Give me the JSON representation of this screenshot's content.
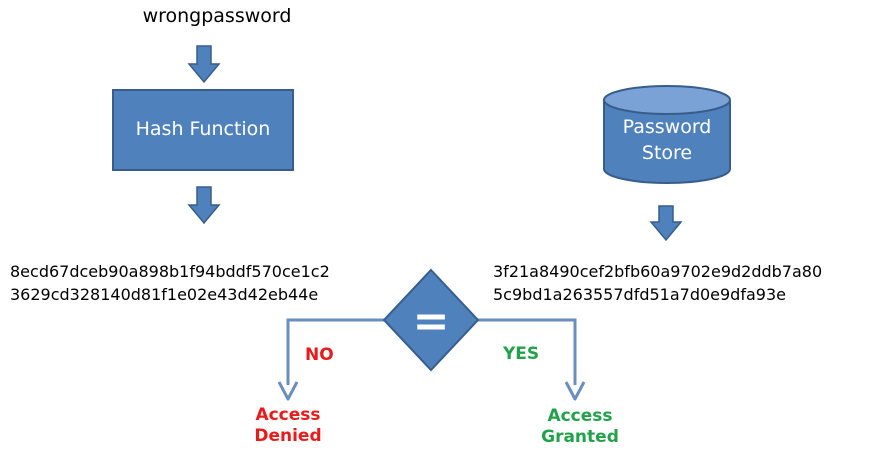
{
  "input_password": "wrongpassword",
  "hash_function": {
    "label": "Hash Function"
  },
  "password_store": {
    "line1": "Password",
    "line2": "Store"
  },
  "computed_hash": {
    "line1": "8ecd67dceb90a898b1f94bddf570ce1c2",
    "line2": "3629cd328140d81f1e02e43d42eb44e"
  },
  "stored_hash": {
    "line1": "3f21a8490cef2bfb60a9702e9d2ddb7a80",
    "line2": "5c9bd1a263557dfd51a7d0e9dfa93e"
  },
  "comparison": {
    "symbol": "="
  },
  "branches": {
    "no": "NO",
    "yes": "YES"
  },
  "outcomes": {
    "denied": {
      "line1": "Access",
      "line2": "Denied"
    },
    "granted": {
      "line1": "Access",
      "line2": "Granted"
    }
  },
  "colors": {
    "shape_fill": "#4f81bd",
    "shape_stroke": "#385d8a",
    "denied": "#e81b1b",
    "granted": "#21a24a"
  }
}
